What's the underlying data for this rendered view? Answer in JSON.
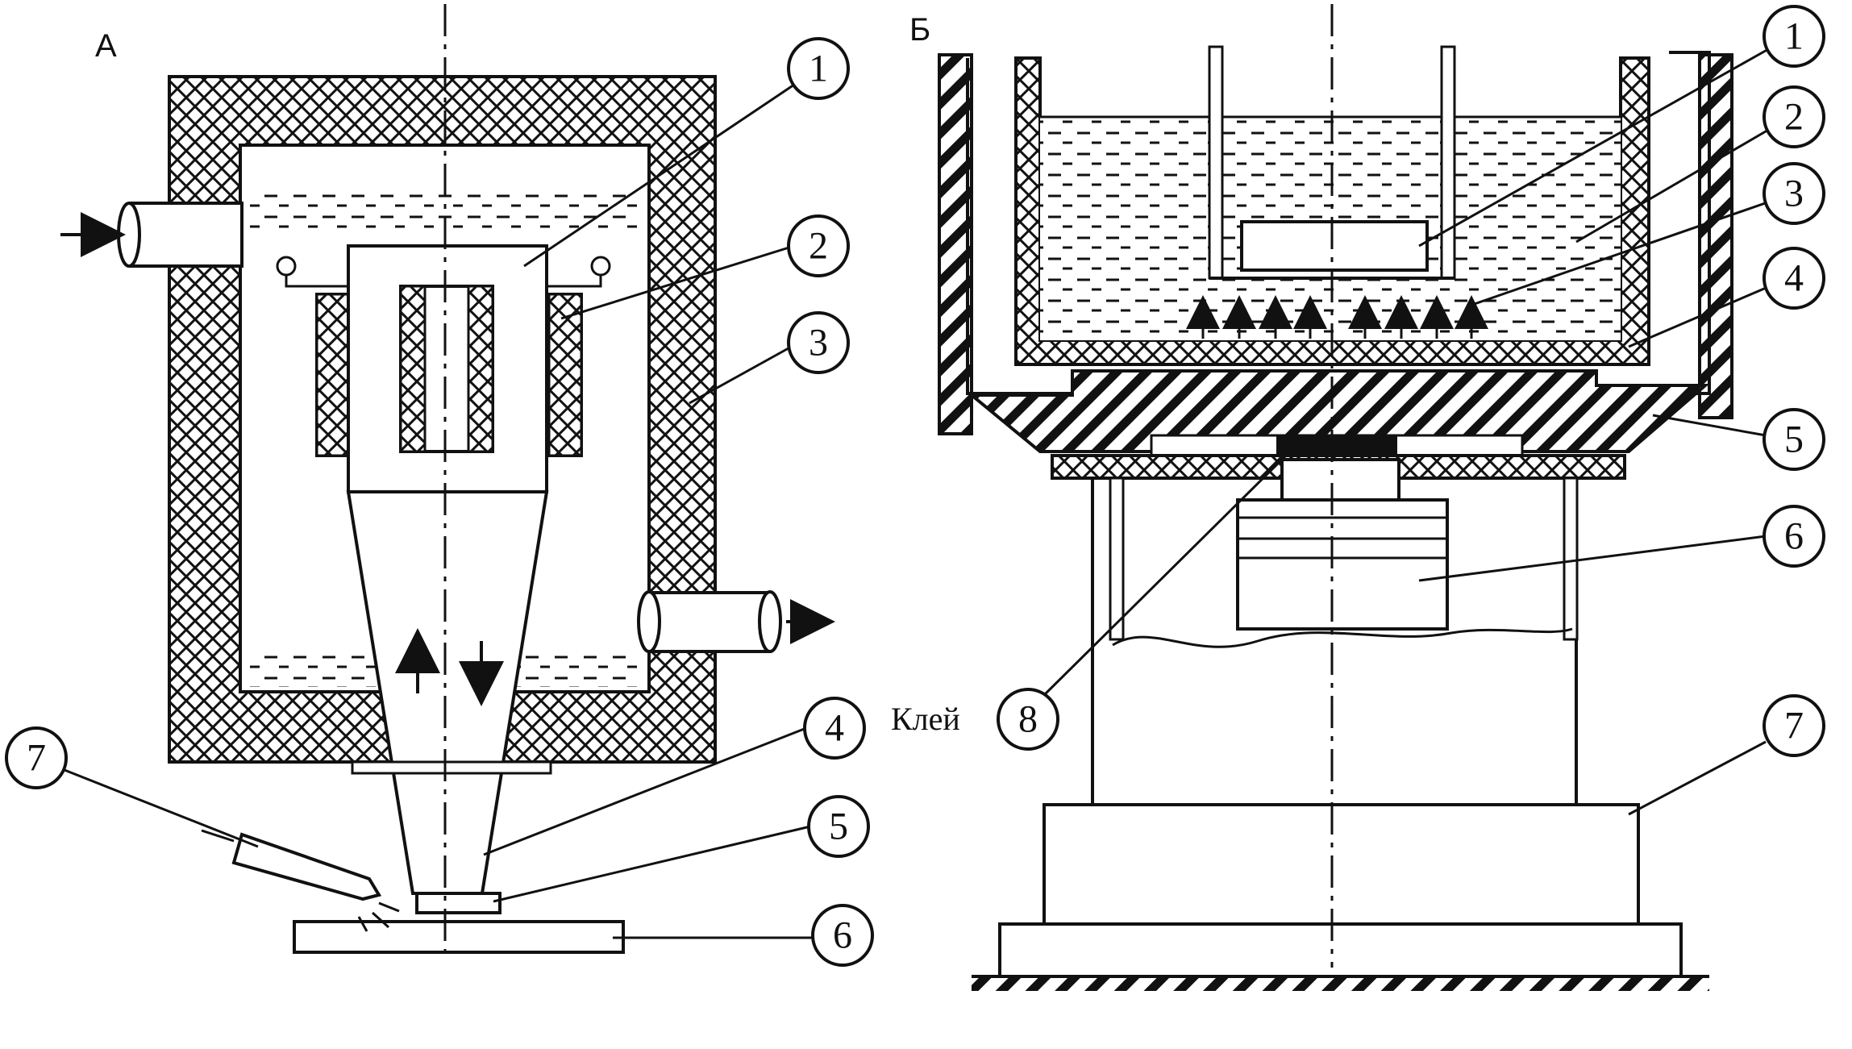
{
  "panel_a": {
    "label": "А",
    "callouts": [
      "1",
      "2",
      "3",
      "4",
      "5",
      "6",
      "7"
    ]
  },
  "panel_b": {
    "label": "Б",
    "callouts": [
      "1",
      "2",
      "3",
      "4",
      "5",
      "6",
      "7",
      "8"
    ],
    "glue_label": "Клей"
  }
}
